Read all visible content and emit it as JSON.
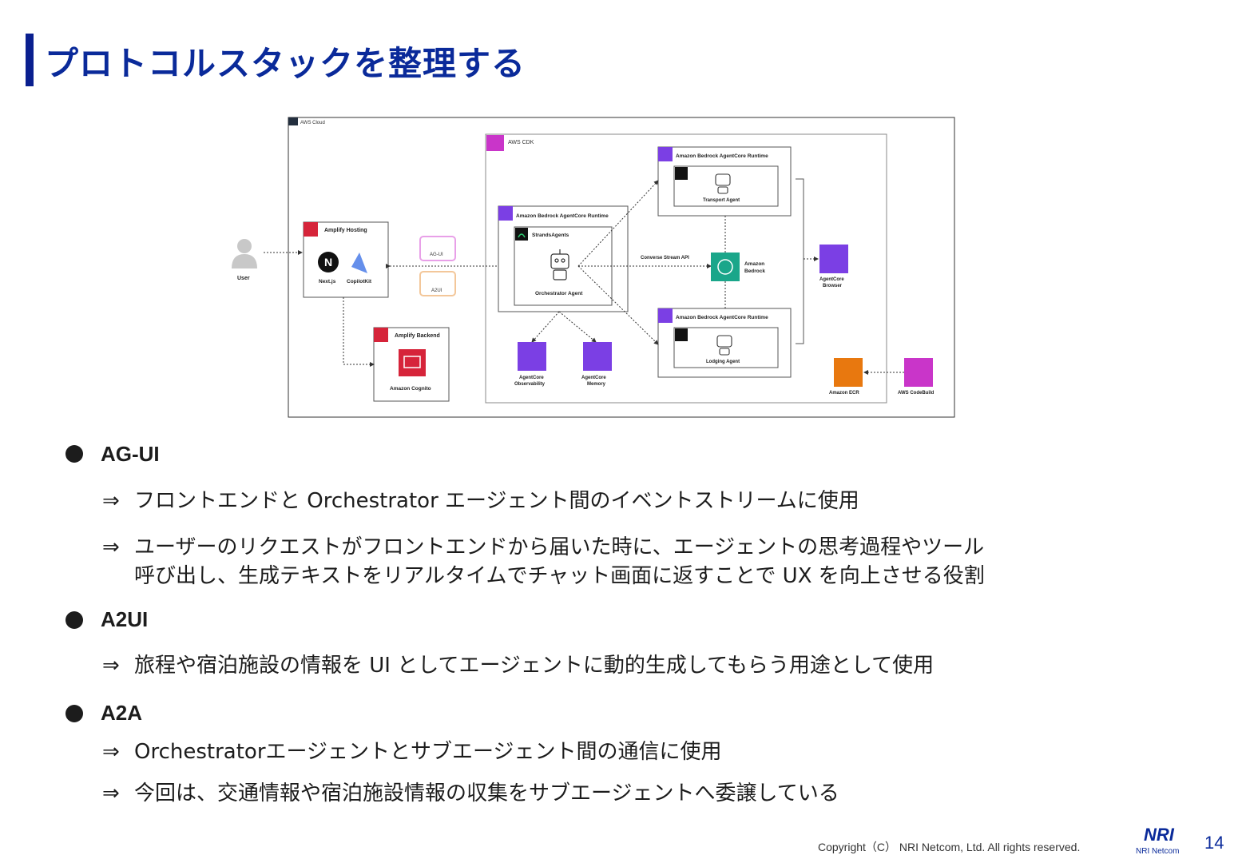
{
  "slide": {
    "title": "プロトコルスタックを整理する",
    "page_number": "14",
    "copyright": "Copyright（C） NRI Netcom, Ltd. All rights reserved.",
    "logo": {
      "top": "NRI",
      "bottom": "NRI Netcom"
    }
  },
  "diagram": {
    "aws_cloud_label": "AWS Cloud",
    "aws_cdk_label": "AWS CDK",
    "user_label": "User",
    "amplify_hosting": {
      "label": "Amplify Hosting",
      "nextjs": "Next.js",
      "copilotkit": "CopilotKit"
    },
    "amplify_backend": {
      "label": "Amplify Backend",
      "cognito": "Amazon Cognito"
    },
    "ag_ui_label": "AG-UI",
    "a2ui_label": "A2UI",
    "orchestrator_runtime": {
      "label": "Amazon Bedrock AgentCore Runtime",
      "strands": "StrandsAgents",
      "agent": "Orchestrator Agent"
    },
    "transport_runtime": {
      "label": "Amazon Bedrock AgentCore Runtime",
      "agent": "Transport Agent"
    },
    "lodging_runtime": {
      "label": "Amazon Bedrock AgentCore Runtime",
      "agent": "Lodging Agent"
    },
    "converse_label": "Converse Stream API",
    "bedrock_label_1": "Amazon",
    "bedrock_label_2": "Bedrock",
    "observability_1": "AgentCore",
    "observability_2": "Observability",
    "memory_1": "AgentCore",
    "memory_2": "Memory",
    "browser_1": "AgentCore",
    "browser_2": "Browser",
    "ecr_label": "Amazon ECR",
    "codebuild_label": "AWS CodeBuild",
    "colors": {
      "purple": "#7b3fe4",
      "red": "#d6243a",
      "teal": "#1aa68a",
      "orange": "#e8780f",
      "magenta": "#c935c9"
    }
  },
  "bullets": [
    {
      "heading": "AG-UI",
      "items": [
        {
          "arrow": "⇒",
          "text": "フロントエンドと Orchestrator エージェント間のイベントストリームに使用"
        },
        {
          "arrow": "⇒",
          "text": "ユーザーのリクエストがフロントエンドから届いた時に、エージェントの思考過程やツール",
          "cont": "呼び出し、生成テキストをリアルタイムでチャット画面に返すことで UX を向上させる役割"
        }
      ]
    },
    {
      "heading": "A2UI",
      "items": [
        {
          "arrow": "⇒",
          "text": "旅程や宿泊施設の情報を UI としてエージェントに動的生成してもらう用途として使用"
        }
      ]
    },
    {
      "heading": "A2A",
      "items": [
        {
          "arrow": "⇒",
          "text": "Orchestratorエージェントとサブエージェント間の通信に使用"
        },
        {
          "arrow": "⇒",
          "text": "今回は、交通情報や宿泊施設情報の収集をサブエージェントへ委譲している"
        }
      ]
    }
  ]
}
